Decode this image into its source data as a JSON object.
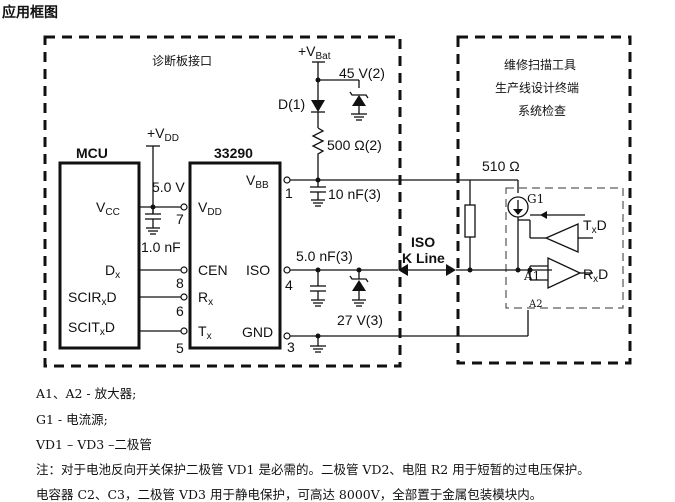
{
  "header": {
    "title": "应用框图"
  },
  "blocks": {
    "diag_if": "诊断板接口",
    "tester_l1": "维修扫描工具",
    "tester_l2": "生产线设计终端",
    "tester_l3": "系统检查",
    "mcu": "MCU",
    "ic": "33290"
  },
  "labels": {
    "vbat": "+V",
    "vbat_sub": "Bat",
    "vdd": "+V",
    "vdd_sub": "DD",
    "v45": "45 V(2)",
    "d1": "D(1)",
    "r500": "500 Ω(2)",
    "v5": "5.0 V",
    "c1": "1.0 nF",
    "c10": "10 nF(3)",
    "c5": "5.0 nF(3)",
    "z27": "27 V(3)",
    "iso_l1": "ISO",
    "iso_l2": "K Line",
    "r510": "510 Ω",
    "g1": "G1",
    "a1": "A1",
    "a2": "A2",
    "txd": "T",
    "txd_sub": "x",
    "txd_end": "D",
    "rxd": "R",
    "rxd_sub": "x",
    "rxd_end": "D"
  },
  "mcu_pins": {
    "vcc": "V",
    "vcc_sub": "CC",
    "dx": "D",
    "dx_sub": "x",
    "scir": "SCIR",
    "scir_sub": "x",
    "scir_end": "D",
    "scit": "SCIT",
    "scit_sub": "x",
    "scit_end": "D"
  },
  "ic_pins": {
    "vbb": "V",
    "vbb_sub": "BB",
    "vbb_num": "1",
    "vdd": "V",
    "vdd_sub": "DD",
    "vdd_num": "7",
    "cen": "CEN",
    "cen_num": "8",
    "rx": "R",
    "rx_sub": "x",
    "rx_num": "6",
    "tx": "T",
    "tx_sub": "x",
    "tx_num": "5",
    "iso": "ISO",
    "iso_num": "4",
    "gnd": "GND",
    "gnd_num": "3"
  },
  "notes": [
    "A1、A2 - 放大器;",
    "G1 - 电流源;",
    "VD1 – VD3 –二极管",
    "注：对于电池反向开关保护二极管 VD1 是必需的。二极管 VD2、电阻 R2 用于短暂的过电压保护。",
    "电容器 C2、C3，二极管 VD3 用于静电保护，可高达 8000V，全部置于金属包装模块内。"
  ]
}
